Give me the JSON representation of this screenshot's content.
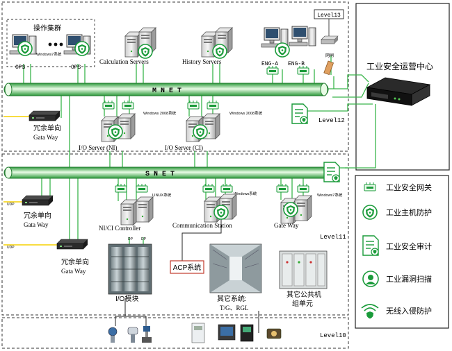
{
  "levels": {
    "level13": "Level13",
    "level12": "Level12",
    "level11": "Level11",
    "level10": "Level10"
  },
  "top": {
    "operator_cluster": "操作集群",
    "ops_left": "OPS",
    "ops_right": "OPS",
    "win7": "Windows7系统",
    "calc_servers": "Calculation Servers",
    "history_servers": "History Servers",
    "eng_a": "ENG-A",
    "eng_b": "ENG-B",
    "gateway_tag": "网闸",
    "mnet": "M N E T",
    "snet": "S N E T",
    "soc": "工业安全运营中心"
  },
  "level12": {
    "gateway_title": "冗余单向",
    "gateway_sub": "Gata Way",
    "win2008_a": "Windows 2008系统",
    "win2008_b": "Windows 2008系统",
    "io_server_ni": "I/O Server (NI)",
    "io_server_ci": "I/O Server (CI)"
  },
  "level11": {
    "udp": "UDP",
    "gw1_title": "冗余单向",
    "gw1_sub": "Gata Way",
    "gw2_title": "冗余单向",
    "gw2_sub": "Gata Way",
    "linux": "LINUX系统",
    "win_comm": "Windows系统",
    "win7_gw": "Windows7系统",
    "nici": "NI/CI Controller",
    "comm_station": "Communication Station",
    "gate_way": "Gate Way",
    "dp": "DP",
    "acp": "ACP系统",
    "io_module": "I/O模块",
    "other_sys_1": "其它系统:",
    "other_sys_2": "T/G、RGL",
    "public_1": "其它公共机",
    "public_2": "组单元"
  },
  "legend": [
    {
      "icon": "gateway-icon",
      "label": "工业安全网关"
    },
    {
      "icon": "host-protection-icon",
      "label": "工业主机防护"
    },
    {
      "icon": "audit-icon",
      "label": "工业安全审计"
    },
    {
      "icon": "vuln-scan-icon",
      "label": "工业漏洞扫描"
    },
    {
      "icon": "wireless-icon",
      "label": "无线入侵防护"
    }
  ],
  "colors": {
    "accent_green": "#1a9b3a",
    "line_green": "#39b54a",
    "acp_border": "#c0392b",
    "yellow_line": "#f5d000"
  }
}
